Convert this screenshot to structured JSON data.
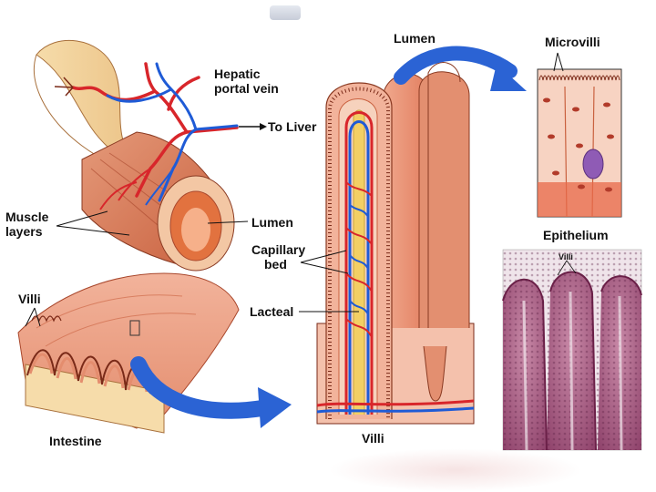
{
  "labels": {
    "hepatic_portal_vein": [
      "Hepatic",
      "portal vein"
    ],
    "to_liver": "To Liver",
    "muscle_layers": [
      "Muscle",
      "layers"
    ],
    "lumen_intestine": "Lumen",
    "villi_left": "Villi",
    "intestine": "Intestine",
    "lumen_villus": "Lumen",
    "capillary_bed": [
      "Capillary",
      "bed"
    ],
    "lacteal": "Lacteal",
    "villi_bottom": "Villi",
    "microvilli": "Microvilli",
    "epithelium": "Epithelium",
    "villi_micrograph": "Villi"
  },
  "colors": {
    "artery": "#d8262b",
    "vein": "#1f5bd6",
    "lacteal": "#f3cf64",
    "tissue": "#e98c6e",
    "tissue_light": "#f4c1ac",
    "muscle": "#cf6b4c",
    "arrow": "#2b63d4",
    "stain": "#a7577e"
  },
  "icons": {
    "flow_arrow_top": "curved-arrow-icon",
    "flow_arrow_bottom": "curved-arrow-icon"
  }
}
